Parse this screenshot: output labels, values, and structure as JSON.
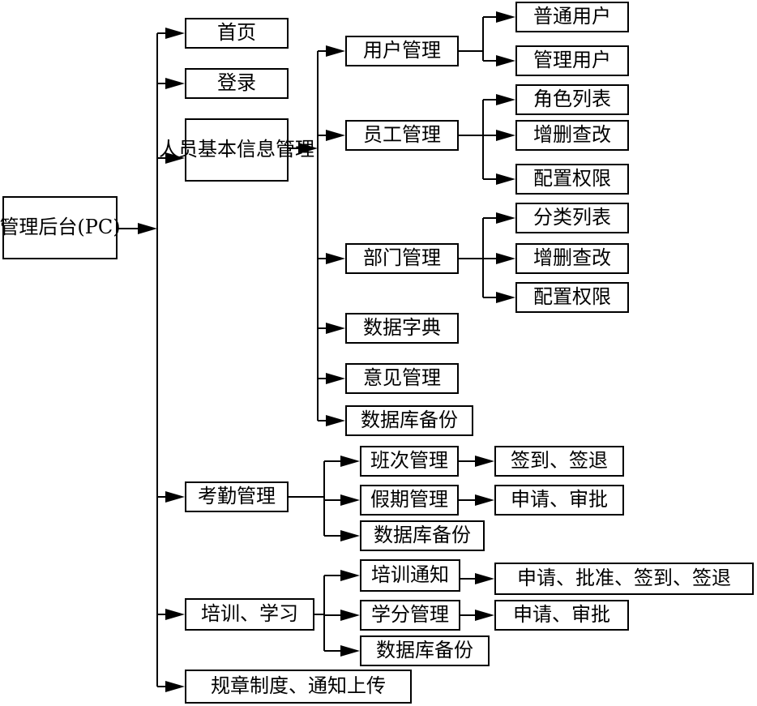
{
  "diagram": {
    "line_color": "#000000",
    "nodes": {
      "root": [
        "管理后台",
        "(PC)"
      ],
      "home": [
        "首页"
      ],
      "login": [
        "登录"
      ],
      "staff_info": [
        "人员基本",
        "信息管理"
      ],
      "attendance": [
        "考勤管理"
      ],
      "training_study": [
        "培训、学习"
      ],
      "rules_upload": [
        "规章制度、通知上传"
      ],
      "user_mgmt": [
        "用户管理"
      ],
      "employee_mgmt": [
        "员工管理"
      ],
      "dept_mgmt": [
        "部门管理"
      ],
      "data_dict": [
        "数据字典"
      ],
      "feedback_mgmt": [
        "意见管理"
      ],
      "db_backup_1": [
        "数据库备份"
      ],
      "normal_user": [
        "普通用户"
      ],
      "admin_user": [
        "管理用户"
      ],
      "role_list": [
        "角色列表"
      ],
      "crud_1": [
        "增删查改"
      ],
      "config_perm_1": [
        "配置权限"
      ],
      "category_list": [
        "分类列表"
      ],
      "crud_2": [
        "增删查改"
      ],
      "config_perm_2": [
        "配置权限"
      ],
      "shift_mgmt": [
        "班次管理"
      ],
      "leave_mgmt": [
        "假期管理"
      ],
      "db_backup_2": [
        "数据库备份"
      ],
      "checkin_out": [
        "签到、签退"
      ],
      "apply_approve_1": [
        "申请、审批"
      ],
      "training_notice": [
        "培训通知"
      ],
      "credit_mgmt": [
        "学分管理"
      ],
      "db_backup_3": [
        "数据库备份"
      ],
      "apply_approve_checkin": [
        "申请、批准、签到、签退"
      ],
      "apply_approve_2": [
        "申请、审批"
      ]
    }
  }
}
